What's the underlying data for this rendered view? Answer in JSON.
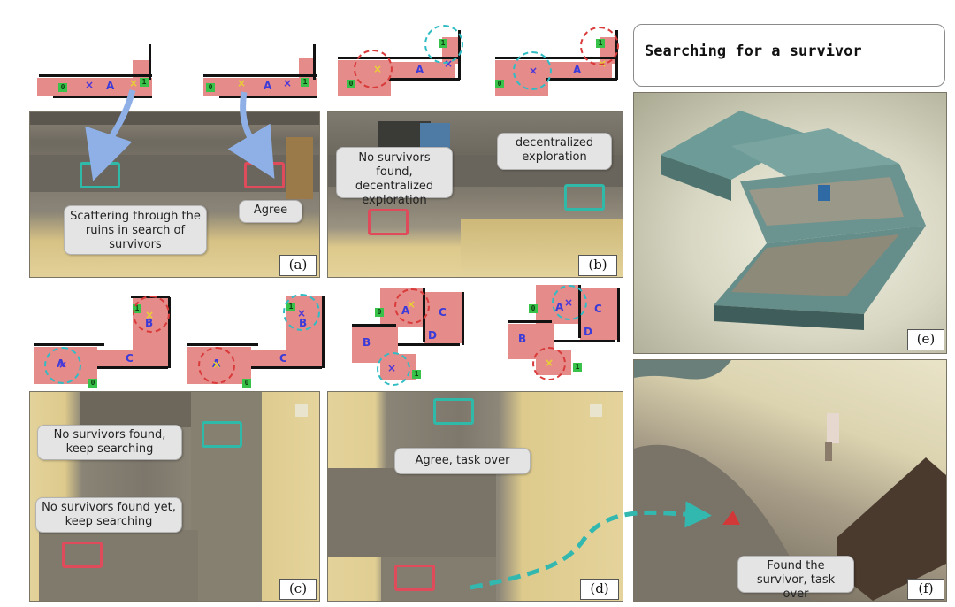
{
  "title": "Searching for a survivor",
  "panels": {
    "a": {
      "label": "(a)",
      "notes": [
        "Scattering through the ruins in search of survivors",
        "Agree"
      ]
    },
    "b": {
      "label": "(b)",
      "notes": [
        "No survivors found, decentralized exploration",
        "decentralized exploration"
      ]
    },
    "c": {
      "label": "(c)",
      "notes": [
        "No survivors found, keep searching",
        "No survivors found yet, keep searching"
      ]
    },
    "d": {
      "label": "(d)",
      "notes": [
        "Agree, task over"
      ]
    },
    "e": {
      "label": "(e)"
    },
    "f": {
      "label": "(f)",
      "notes": [
        "Found the survivor, task over"
      ]
    }
  },
  "map_labels": {
    "agent0": "0",
    "agent1": "1",
    "room_a": "A",
    "room_b": "B",
    "room_c": "C",
    "room_d": "D"
  },
  "colors": {
    "map_fill": "#e58b8a",
    "red_marker": "#e04b5c",
    "cyan_marker": "#2fb9a9",
    "arrow_blue": "#8fb0e6",
    "arrow_teal": "#33b8b0"
  }
}
